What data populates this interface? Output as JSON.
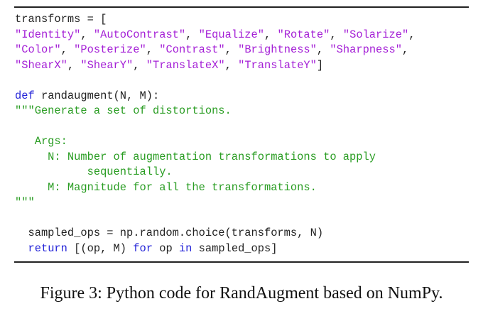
{
  "code_lines": [
    [
      {
        "c": "plain",
        "t": "transforms = ["
      }
    ],
    [
      {
        "c": "str",
        "t": "\"Identity\""
      },
      {
        "c": "plain",
        "t": ", "
      },
      {
        "c": "str",
        "t": "\"AutoContrast\""
      },
      {
        "c": "plain",
        "t": ", "
      },
      {
        "c": "str",
        "t": "\"Equalize\""
      },
      {
        "c": "plain",
        "t": ", "
      },
      {
        "c": "str",
        "t": "\"Rotate\""
      },
      {
        "c": "plain",
        "t": ", "
      },
      {
        "c": "str",
        "t": "\"Solarize\""
      },
      {
        "c": "plain",
        "t": ","
      }
    ],
    [
      {
        "c": "str",
        "t": "\"Color\""
      },
      {
        "c": "plain",
        "t": ", "
      },
      {
        "c": "str",
        "t": "\"Posterize\""
      },
      {
        "c": "plain",
        "t": ", "
      },
      {
        "c": "str",
        "t": "\"Contrast\""
      },
      {
        "c": "plain",
        "t": ", "
      },
      {
        "c": "str",
        "t": "\"Brightness\""
      },
      {
        "c": "plain",
        "t": ", "
      },
      {
        "c": "str",
        "t": "\"Sharpness\""
      },
      {
        "c": "plain",
        "t": ","
      }
    ],
    [
      {
        "c": "str",
        "t": "\"ShearX\""
      },
      {
        "c": "plain",
        "t": ", "
      },
      {
        "c": "str",
        "t": "\"ShearY\""
      },
      {
        "c": "plain",
        "t": ", "
      },
      {
        "c": "str",
        "t": "\"TranslateX\""
      },
      {
        "c": "plain",
        "t": ", "
      },
      {
        "c": "str",
        "t": "\"TranslateY\""
      },
      {
        "c": "plain",
        "t": "]"
      }
    ],
    [],
    [
      {
        "c": "kw",
        "t": "def"
      },
      {
        "c": "plain",
        "t": " randaugment(N, M):"
      }
    ],
    [
      {
        "c": "doc",
        "t": "\"\"\"Generate a set of distortions."
      }
    ],
    [],
    [
      {
        "c": "doc",
        "t": "   Args:"
      }
    ],
    [
      {
        "c": "doc",
        "t": "     N: Number of augmentation transformations to apply"
      }
    ],
    [
      {
        "c": "doc",
        "t": "           sequentially."
      }
    ],
    [
      {
        "c": "doc",
        "t": "     M: Magnitude for all the transformations."
      }
    ],
    [
      {
        "c": "doc",
        "t": "\"\"\""
      }
    ],
    [],
    [
      {
        "c": "plain",
        "t": "  sampled_ops = np.random.choice(transforms, N)"
      }
    ],
    [
      {
        "c": "plain",
        "t": "  "
      },
      {
        "c": "kw",
        "t": "return"
      },
      {
        "c": "plain",
        "t": " [(op, M) "
      },
      {
        "c": "kw",
        "t": "for"
      },
      {
        "c": "plain",
        "t": " op "
      },
      {
        "c": "kw",
        "t": "in"
      },
      {
        "c": "plain",
        "t": " sampled_ops]"
      }
    ]
  ],
  "caption": "Figure 3: Python code for RandAugment based on NumPy.",
  "colors": {
    "string": "#a41fd6",
    "docstring": "#2a9d23",
    "keyword": "#2424d8"
  }
}
